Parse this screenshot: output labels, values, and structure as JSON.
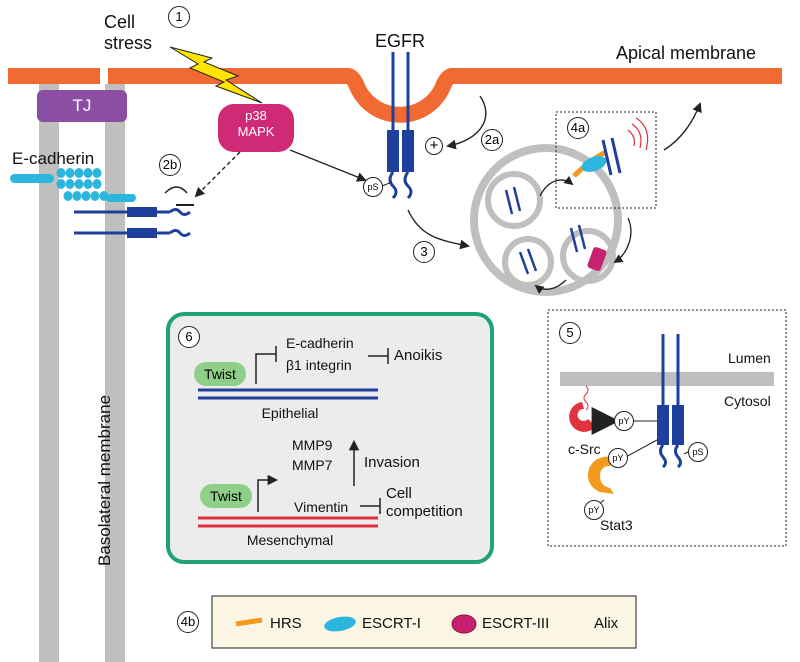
{
  "labels": {
    "cell_stress": "Cell\nstress",
    "egfr": "EGFR",
    "apical_membrane": "Apical membrane",
    "tj": "TJ",
    "p38_mapk": "p38\nMAPK",
    "e_cadherin": "E-cadherin",
    "basolateral_membrane": "Basolateral membrane",
    "plus": "+",
    "lumen": "Lumen",
    "cytosol": "Cytosol",
    "c_src": "c-Src",
    "stat3": "Stat3",
    "ps": "pS",
    "py": "pY"
  },
  "steps": {
    "s1": "1",
    "s2a": "2a",
    "s2b": "2b",
    "s3": "3",
    "s4a": "4a",
    "s4b": "4b",
    "s5": "5",
    "s6": "6"
  },
  "panel6": {
    "twist": "Twist",
    "e_cadherin": "E-cadherin",
    "b1_integrin": "β1 integrin",
    "anoikis": "Anoikis",
    "epithelial": "Epithelial",
    "mmp9": "MMP9",
    "mmp7": "MMP7",
    "invasion": "Invasion",
    "vimentin": "Vimentin",
    "cell_competition": "Cell\ncompetition",
    "mesenchymal": "Mesenchymal"
  },
  "legend": [
    {
      "label": "HRS",
      "color": "#f39a1e"
    },
    {
      "label": "ESCRT-I",
      "color": "#2bb6de"
    },
    {
      "label": "ESCRT-III",
      "color": "#c6226f"
    },
    {
      "label": "Alix",
      "color": "#0f7a3c"
    }
  ],
  "colors": {
    "membrane": "#f06a32",
    "tj": "#8a4ea3",
    "p38": "#cf2a75",
    "receptor": "#1f3f9c",
    "cadherin": "#2bb6de",
    "grey": "#bfbfbf",
    "twist": "#8fcf8a",
    "panel_border": "#1fa27a",
    "panel_fill": "#ececec",
    "red": "#e23240",
    "legend_fill": "#fbf6e4"
  }
}
